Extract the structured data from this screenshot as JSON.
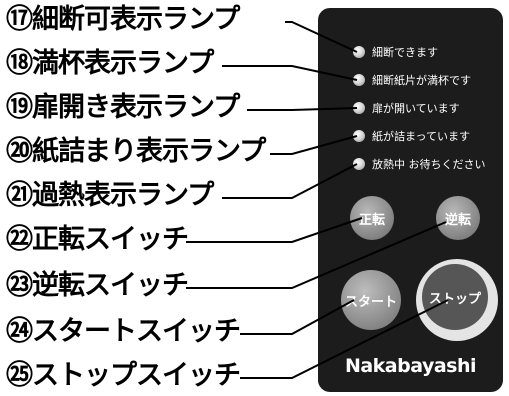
{
  "callouts": [
    {
      "num": "⑰",
      "text": "細断可表示ランプ"
    },
    {
      "num": "⑱",
      "text": "満杯表示ランプ"
    },
    {
      "num": "⑲",
      "text": "扉開き表示ランプ"
    },
    {
      "num": "⑳",
      "text": "紙詰まり表示ランプ"
    },
    {
      "num": "㉑",
      "text": "過熱表示ランプ"
    },
    {
      "num": "㉒",
      "text": "正転スイッチ"
    },
    {
      "num": "㉓",
      "text": "逆転スイッチ"
    },
    {
      "num": "㉔",
      "text": "スタートスイッチ"
    },
    {
      "num": "㉕",
      "text": "ストップスイッチ"
    }
  ],
  "panel": {
    "lamps": [
      {
        "label": "細断できます"
      },
      {
        "label": "細断紙片が満杯です"
      },
      {
        "label": "扉が開いています"
      },
      {
        "label": "紙が詰まっています"
      },
      {
        "label": "放熱中 お待ちください"
      }
    ],
    "buttons": {
      "forward": "正転",
      "reverse": "逆転",
      "start": "スタート",
      "stop": "ストップ"
    },
    "brand": "Nakabayashi"
  },
  "colors": {
    "panel": "#1c1c1c",
    "button_gray": "#9a9a9a",
    "stop_button": "#565656",
    "stop_ring": "#e4e4e4"
  }
}
